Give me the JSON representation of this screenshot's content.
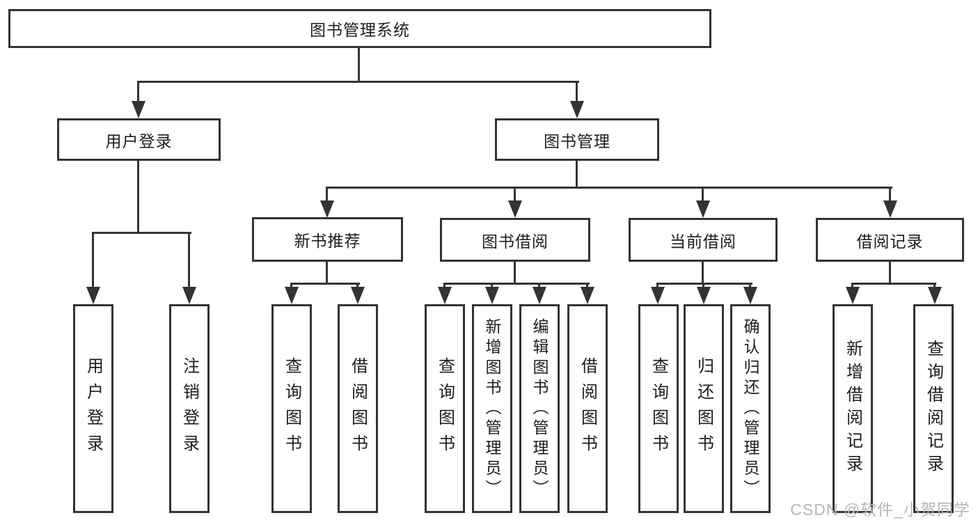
{
  "tree": {
    "root": "图书管理系统",
    "branches": [
      {
        "label": "用户登录",
        "children": [
          "用户登录",
          "注销登录"
        ]
      },
      {
        "label": "图书管理",
        "children": [
          {
            "label": "新书推荐",
            "children": [
              "查询图书",
              "借阅图书"
            ]
          },
          {
            "label": "图书借阅",
            "children": [
              "查询图书",
              "新增图书（管理员）",
              "编辑图书（管理员）",
              "借阅图书"
            ]
          },
          {
            "label": "当前借阅",
            "children": [
              "查询图书",
              "归还图书",
              "确认归还（管理员）"
            ]
          },
          {
            "label": "借阅记录",
            "children": [
              "新增借阅记录",
              "查询借阅记录"
            ]
          }
        ]
      }
    ]
  },
  "watermark": {
    "text": "CSDN @软件_小贺同学",
    "color": "#b6b6b6"
  },
  "colors": {
    "line": "#333333",
    "text": "#1d1d1f",
    "background": "#ffffff"
  }
}
